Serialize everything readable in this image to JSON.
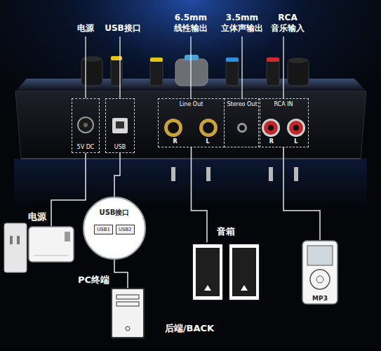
{
  "diagram": {
    "nodes": [
      {
        "text": [
          "5V DC"
        ]
      },
      {
        "text": [
          "USB"
        ]
      },
      {
        "text": [
          "Line Out",
          "R",
          "L"
        ]
      },
      {
        "text": [
          "Stereo Out"
        ]
      },
      {
        "text": [
          "RCA IN",
          "R",
          "L"
        ]
      },
      {
        "text": [
          "电源"
        ]
      },
      {
        "text": [
          "USB接口",
          "USB1",
          "USB2"
        ]
      },
      {
        "text": [
          "PC终端"
        ]
      },
      {
        "text": [
          "音箱"
        ]
      },
      {
        "text": [
          "MP3"
        ]
      }
    ],
    "edges": [
      {
        "from": 0,
        "to": 5,
        "arrow": "none"
      },
      {
        "from": 1,
        "to": 6,
        "arrow": "none"
      },
      {
        "from": 6,
        "to": 7,
        "arrow": "none"
      },
      {
        "from": 2,
        "to": 8,
        "arrow": "none"
      },
      {
        "from": 4,
        "to": 9,
        "arrow": "none"
      }
    ],
    "labels": [
      "电源",
      "USB接口",
      "6.5mm 线性输出",
      "3.5mm 立体声输出",
      "RCA 音乐输入",
      "后端/BACK"
    ]
  }
}
